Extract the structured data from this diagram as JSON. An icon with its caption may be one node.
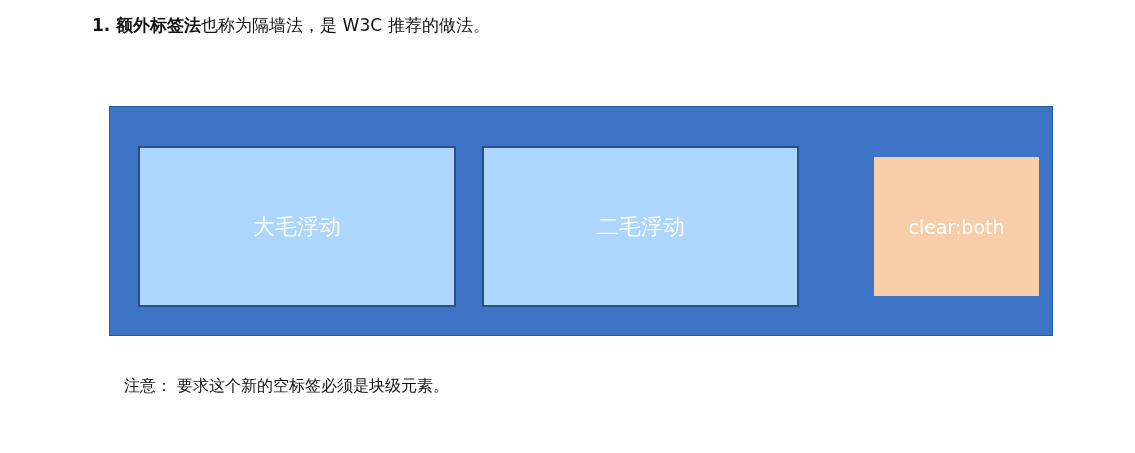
{
  "diagram": {
    "title": "**1.  额外标签法**也称为隔墙法，是 W3C 推荐的做法。",
    "nodes": [
      {
        "text": [],
        "shape": "box"
      },
      {
        "text": [
          "大毛浮动"
        ],
        "in": 0
      },
      {
        "text": [
          "二毛浮动"
        ],
        "in": 0
      },
      {
        "text": [
          "clear:both"
        ],
        "in": 0
      }
    ],
    "labels": [
      "注意： 要求这个新的空标签必须是块级元素。"
    ]
  }
}
